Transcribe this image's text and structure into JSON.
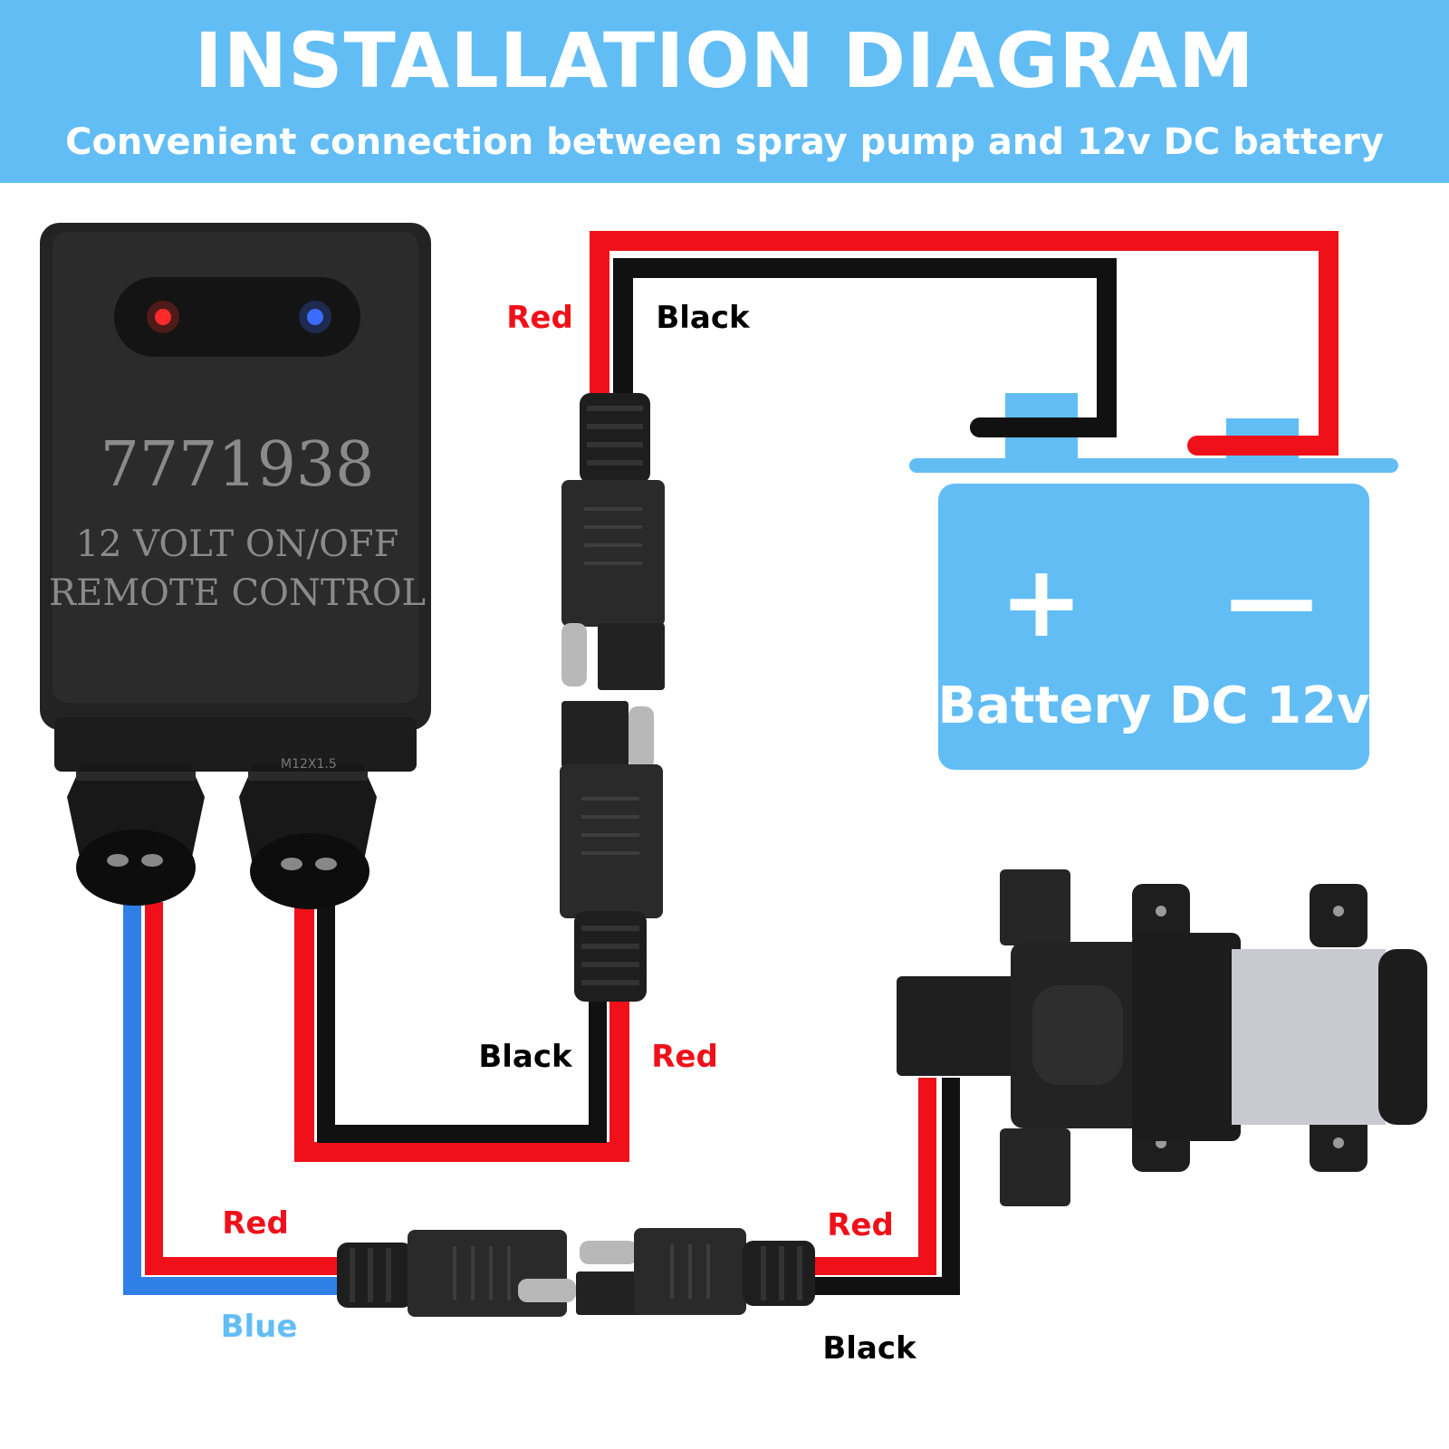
{
  "header": {
    "title": "INSTALLATION DIAGRAM",
    "subtitle": "Convenient connection between spray pump and 12v DC battery"
  },
  "remote": {
    "model": "7771938",
    "line1": "12 VOLT ON/OFF",
    "line2": "REMOTE CONTROL",
    "gland_marking": "M12X1.5"
  },
  "battery": {
    "plus": "+",
    "minus": "—",
    "label": "Battery DC 12v"
  },
  "wire_labels": {
    "top_red": "Red",
    "top_black": "Black",
    "mid_black": "Black",
    "mid_red": "Red",
    "bottom_left_red": "Red",
    "bottom_left_blue": "Blue",
    "bottom_right_red": "Red",
    "bottom_right_black": "Black"
  },
  "colors": {
    "red_wire": "#f0101a",
    "black_wire": "#111111",
    "blue_wire": "#2f7fe6",
    "accent_blue": "#62bdf5"
  }
}
